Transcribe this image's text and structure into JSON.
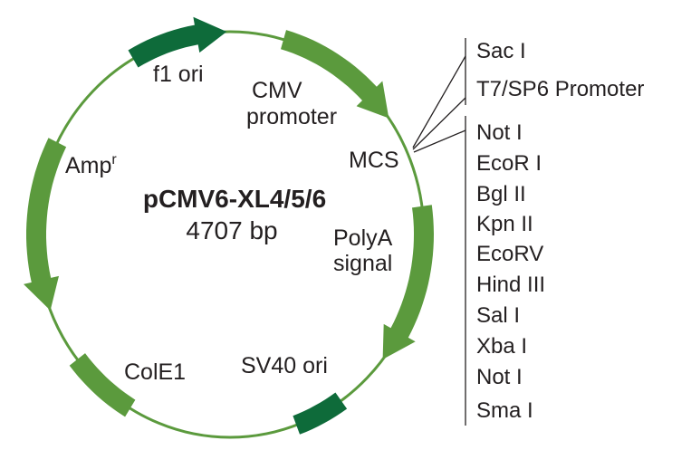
{
  "plasmid": {
    "name": "pCMV6-XL4/5/6",
    "size": "4707 bp"
  },
  "features": [
    {
      "id": "f1-ori",
      "label": "f1 ori"
    },
    {
      "id": "cmv-promoter",
      "label_line1": "CMV",
      "label_line2": "promoter"
    },
    {
      "id": "mcs",
      "label": "MCS"
    },
    {
      "id": "polya-signal",
      "label_line1": "PolyA",
      "label_line2": "signal"
    },
    {
      "id": "sv40-ori",
      "label": "SV40 ori"
    },
    {
      "id": "cole1",
      "label": "ColE1"
    },
    {
      "id": "ampr",
      "label": "Amp",
      "superscript": "r"
    }
  ],
  "sites_top": [
    "Sac I",
    "T7/SP6 Promoter"
  ],
  "sites_list": [
    "Not I",
    "EcoR I",
    "Bgl II",
    "Kpn II",
    "EcoRV",
    "Hind III",
    "Sal I",
    "Xba I",
    "Not I",
    "Sma I"
  ],
  "colors": {
    "backbone": "#5b9a3d",
    "feature": "#5b9a3d",
    "feature_dark": "#0e6b3a",
    "text": "#231f20",
    "line": "#231f20"
  }
}
